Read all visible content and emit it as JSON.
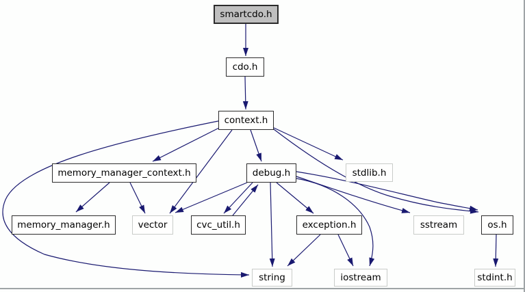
{
  "graph": {
    "kind": "include-dependency-graph",
    "root": "smartcdo.h",
    "colors": {
      "edge": "#191970",
      "root_fill": "#bfbfbf",
      "project_border": "#2b2b2b",
      "system_border": "#c9ccc9",
      "background": "#fdfefd",
      "frame": "#9fa4a6"
    },
    "nodes": [
      {
        "label": "smartcdo.h",
        "type": "root"
      },
      {
        "label": "cdo.h",
        "type": "project"
      },
      {
        "label": "context.h",
        "type": "project"
      },
      {
        "label": "memory_manager_context.h",
        "type": "project"
      },
      {
        "label": "debug.h",
        "type": "project"
      },
      {
        "label": "stdlib.h",
        "type": "system"
      },
      {
        "label": "memory_manager.h",
        "type": "project"
      },
      {
        "label": "vector",
        "type": "system"
      },
      {
        "label": "cvc_util.h",
        "type": "project"
      },
      {
        "label": "exception.h",
        "type": "project"
      },
      {
        "label": "sstream",
        "type": "system"
      },
      {
        "label": "os.h",
        "type": "project"
      },
      {
        "label": "string",
        "type": "system"
      },
      {
        "label": "iostream",
        "type": "system"
      },
      {
        "label": "stdint.h",
        "type": "system"
      }
    ],
    "edges": [
      {
        "from": "smartcdo.h",
        "to": "cdo.h"
      },
      {
        "from": "cdo.h",
        "to": "context.h"
      },
      {
        "from": "context.h",
        "to": "memory_manager_context.h"
      },
      {
        "from": "context.h",
        "to": "debug.h"
      },
      {
        "from": "context.h",
        "to": "stdlib.h"
      },
      {
        "from": "context.h",
        "to": "vector"
      },
      {
        "from": "context.h",
        "to": "os.h"
      },
      {
        "from": "context.h",
        "to": "string"
      },
      {
        "from": "memory_manager_context.h",
        "to": "memory_manager.h"
      },
      {
        "from": "memory_manager_context.h",
        "to": "vector"
      },
      {
        "from": "debug.h",
        "to": "vector"
      },
      {
        "from": "debug.h",
        "to": "cvc_util.h"
      },
      {
        "from": "cvc_util.h",
        "to": "debug.h"
      },
      {
        "from": "debug.h",
        "to": "exception.h"
      },
      {
        "from": "debug.h",
        "to": "sstream"
      },
      {
        "from": "debug.h",
        "to": "os.h"
      },
      {
        "from": "debug.h",
        "to": "iostream"
      },
      {
        "from": "debug.h",
        "to": "string"
      },
      {
        "from": "exception.h",
        "to": "string"
      },
      {
        "from": "exception.h",
        "to": "iostream"
      },
      {
        "from": "os.h",
        "to": "stdint.h"
      }
    ]
  }
}
